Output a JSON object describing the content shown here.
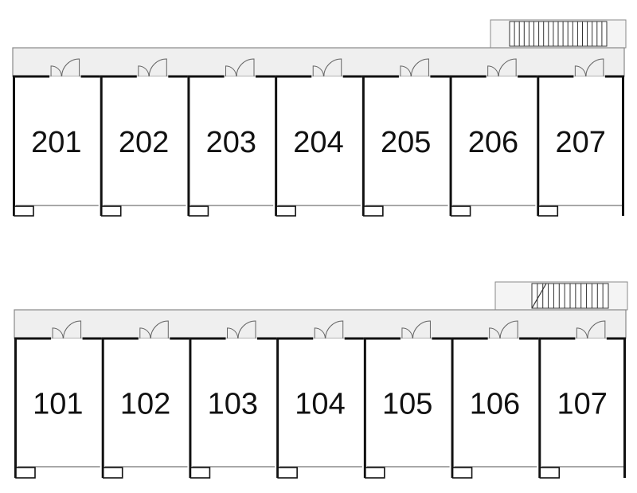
{
  "floors": [
    {
      "floor": "2",
      "units": [
        "201",
        "202",
        "203",
        "204",
        "205",
        "206",
        "207"
      ]
    },
    {
      "floor": "1",
      "units": [
        "101",
        "102",
        "103",
        "104",
        "105",
        "106",
        "107"
      ]
    }
  ],
  "colors": {
    "wall": "#111111",
    "corridor_fill": "#efefef",
    "corridor_stroke": "#888888",
    "window": "#a8a8a8",
    "unit_fill": "#ffffff",
    "door": "#666666"
  },
  "icons": [
    "door-swing-icon",
    "staircase-icon",
    "balcony-box-icon"
  ]
}
